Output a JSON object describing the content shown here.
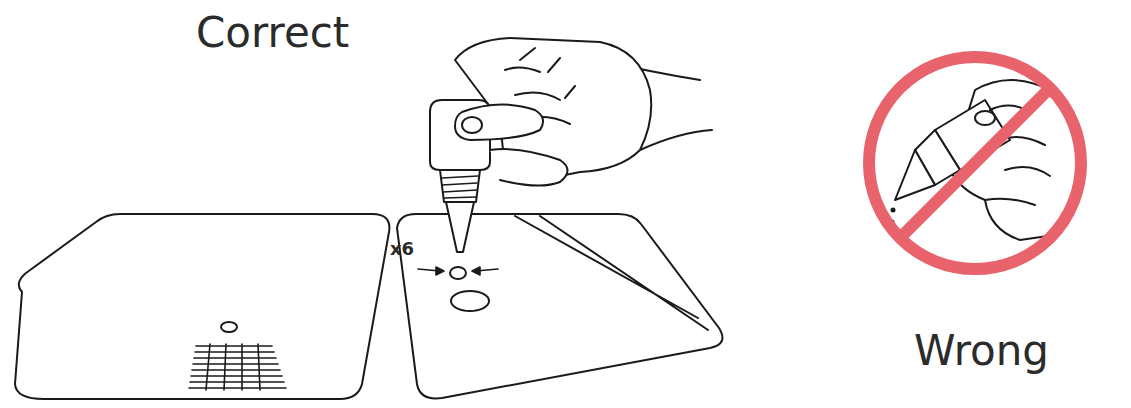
{
  "diagram": {
    "labels": [
      "Correct",
      "x6",
      "Wrong"
    ]
  }
}
